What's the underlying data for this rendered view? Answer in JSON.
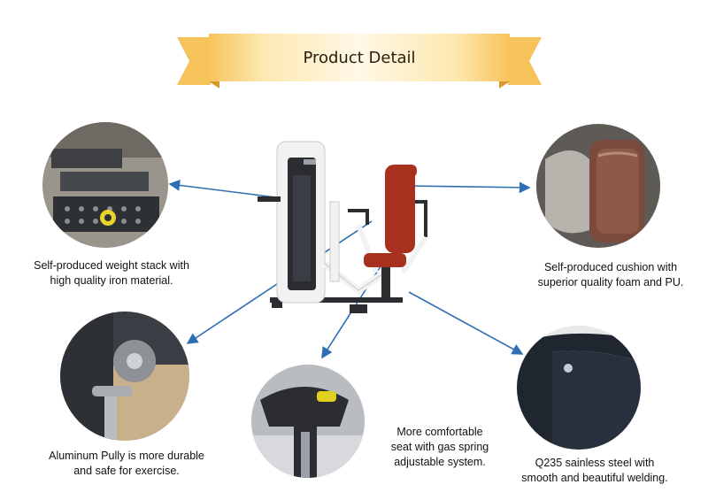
{
  "banner": {
    "title": "Product Detail"
  },
  "details": [
    {
      "id": "weight-stack",
      "lines": [
        "Self-produced weight stack with",
        "high quality iron material."
      ]
    },
    {
      "id": "cushion",
      "lines": [
        "Self-produced cushion with",
        "superior quality foam and PU."
      ]
    },
    {
      "id": "pulley",
      "lines": [
        "Aluminum Pully is more durable",
        "and safe for exercise."
      ]
    },
    {
      "id": "seat",
      "lines": [
        "More comfortable",
        "seat with gas spring",
        "adjustable system."
      ]
    },
    {
      "id": "steel",
      "lines": [
        "Q235 sainless steel with",
        "smooth and beautiful welding."
      ]
    }
  ],
  "colors": {
    "banner_gold": "#f6c25a",
    "banner_light": "#fff6dc",
    "arrow_blue": "#2e6fb3",
    "frame_dark": "#2b2d31",
    "upholstery_red": "#a8301e",
    "frame_white": "#f2f2f2"
  }
}
